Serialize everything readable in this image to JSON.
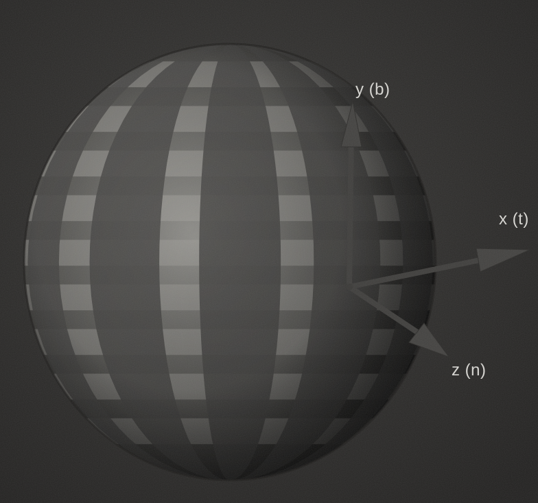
{
  "figure": {
    "labels": {
      "y_axis": "y (b)",
      "x_axis": "x (t)",
      "z_axis": "z (n)"
    },
    "icons": {
      "sphere": "striped-sphere-icon",
      "frame": "coordinate-axes-icon"
    },
    "colors": {
      "background": "#2c2b2a",
      "sphere_dark": "#5a5956",
      "sphere_light": "#b9b8b3",
      "axis": "#474644",
      "label": "#d6d5d1"
    }
  }
}
